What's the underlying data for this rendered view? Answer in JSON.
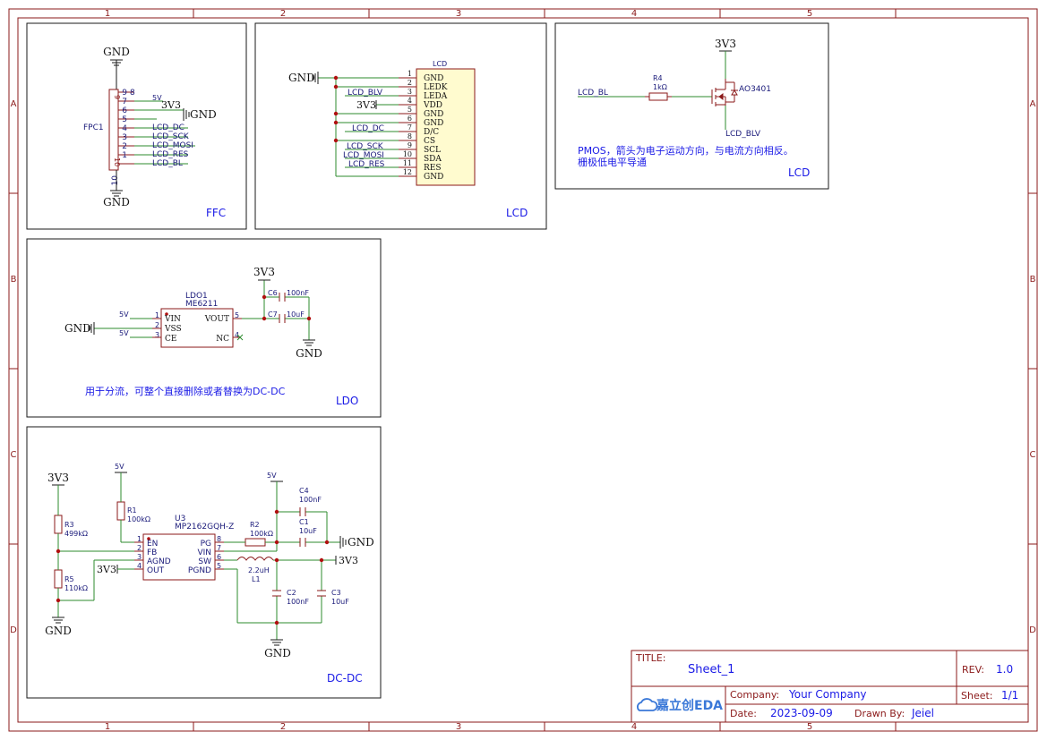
{
  "sheet": {
    "columns": [
      "1",
      "2",
      "3",
      "4",
      "5"
    ],
    "rows": [
      "A",
      "B",
      "C",
      "D"
    ]
  },
  "title_block": {
    "title_label": "TITLE:",
    "title": "Sheet_1",
    "rev_label": "REV:",
    "rev": "1.0",
    "company_label": "Company:",
    "company": "Your Company",
    "sheet_label": "Sheet:",
    "sheet": "1/1",
    "date_label": "Date:",
    "date": "2023-09-09",
    "drawn_label": "Drawn By:",
    "drawn_by": "Jeiel",
    "logo_text": "嘉立创EDA"
  },
  "ffc": {
    "title": "FFC",
    "ref": "FPC1",
    "gnd_top": "GND",
    "gnd_bottom": "GND",
    "gnd_right": "GND",
    "v3v3": "3V3",
    "v5": "5V",
    "pins": [
      "9",
      "8",
      "7",
      "6",
      "5",
      "4",
      "3",
      "2",
      "1",
      "10"
    ],
    "pin_numbers_left": [
      "9",
      "7",
      "6",
      "5",
      "4",
      "3",
      "2",
      "1",
      "10"
    ],
    "nets": [
      "LCD_DC",
      "LCD_SCK",
      "LCD_MOSI",
      "LCD_RES",
      "LCD_BL"
    ]
  },
  "lcd": {
    "title": "LCD",
    "ref": "LCD",
    "gnd": "GND",
    "v3v3": "3V3",
    "pins": [
      {
        "num": "1",
        "name": "GND",
        "net": ""
      },
      {
        "num": "2",
        "name": "LEDK",
        "net": ""
      },
      {
        "num": "3",
        "name": "LEDA",
        "net": "LCD_BLV"
      },
      {
        "num": "4",
        "name": "VDD",
        "net": ""
      },
      {
        "num": "5",
        "name": "GND",
        "net": ""
      },
      {
        "num": "6",
        "name": "GND",
        "net": ""
      },
      {
        "num": "7",
        "name": "D/C",
        "net": "LCD_DC"
      },
      {
        "num": "8",
        "name": "CS",
        "net": ""
      },
      {
        "num": "9",
        "name": "SCL",
        "net": "LCD_SCK"
      },
      {
        "num": "10",
        "name": "SDA",
        "net": "LCD_MOSI"
      },
      {
        "num": "11",
        "name": "RES",
        "net": "LCD_RES"
      },
      {
        "num": "12",
        "name": "GND",
        "net": ""
      }
    ]
  },
  "pmos": {
    "title": "LCD",
    "v3v3": "3V3",
    "r_ref": "R4",
    "r_val": "1kΩ",
    "q_part": "AO3401",
    "net_in": "LCD_BL",
    "net_out": "LCD_BLV",
    "note_line1": "PMOS，箭头为电子运动方向，与电流方向相反。",
    "note_line2": "栅极低电平导通"
  },
  "ldo": {
    "title": "LDO",
    "ref": "LDO1",
    "part": "ME6211",
    "pins": {
      "vin": "VIN",
      "vss": "VSS",
      "ce": "CE",
      "vout": "VOUT",
      "nc": "NC"
    },
    "pin_nums": {
      "vin": "1",
      "vss": "2",
      "ce": "3",
      "vout": "5",
      "nc": "4"
    },
    "v5a": "5V",
    "v5b": "5V",
    "gnd_left": "GND",
    "gnd_right": "GND",
    "v3v3": "3V3",
    "c6_ref": "C6",
    "c6_val": "100nF",
    "c7_ref": "C7",
    "c7_val": "10uF",
    "note": "用于分流，可整个直接删除或者替换为DC-DC"
  },
  "dcdc": {
    "title": "DC-DC",
    "ref": "U3",
    "part": "MP2162GQH-Z",
    "left_pins": [
      {
        "num": "1",
        "name": "EN"
      },
      {
        "num": "2",
        "name": "FB"
      },
      {
        "num": "3",
        "name": "AGND"
      },
      {
        "num": "4",
        "name": "OUT"
      }
    ],
    "right_pins": [
      {
        "num": "8",
        "name": "PG"
      },
      {
        "num": "7",
        "name": "VIN"
      },
      {
        "num": "6",
        "name": "SW"
      },
      {
        "num": "5",
        "name": "PGND"
      }
    ],
    "v3v3_top": "3V3",
    "v3v3_out": "3V3",
    "v3v3_right": "3V3",
    "v5_r1": "5V",
    "v5_top": "5V",
    "gnd_left": "GND",
    "gnd_bottom": "GND",
    "gnd_right": "GND",
    "r1": {
      "ref": "R1",
      "val": "100kΩ"
    },
    "r2": {
      "ref": "R2",
      "val": "100kΩ"
    },
    "r3": {
      "ref": "R3",
      "val": "499kΩ"
    },
    "r5": {
      "ref": "R5",
      "val": "110kΩ"
    },
    "l1": {
      "ref": "L1",
      "val": "2.2uH"
    },
    "c1": {
      "ref": "C1",
      "val": "10uF"
    },
    "c2": {
      "ref": "C2",
      "val": "100nF"
    },
    "c3": {
      "ref": "C3",
      "val": "10uF"
    },
    "c4": {
      "ref": "C4",
      "val": "100nF"
    }
  }
}
